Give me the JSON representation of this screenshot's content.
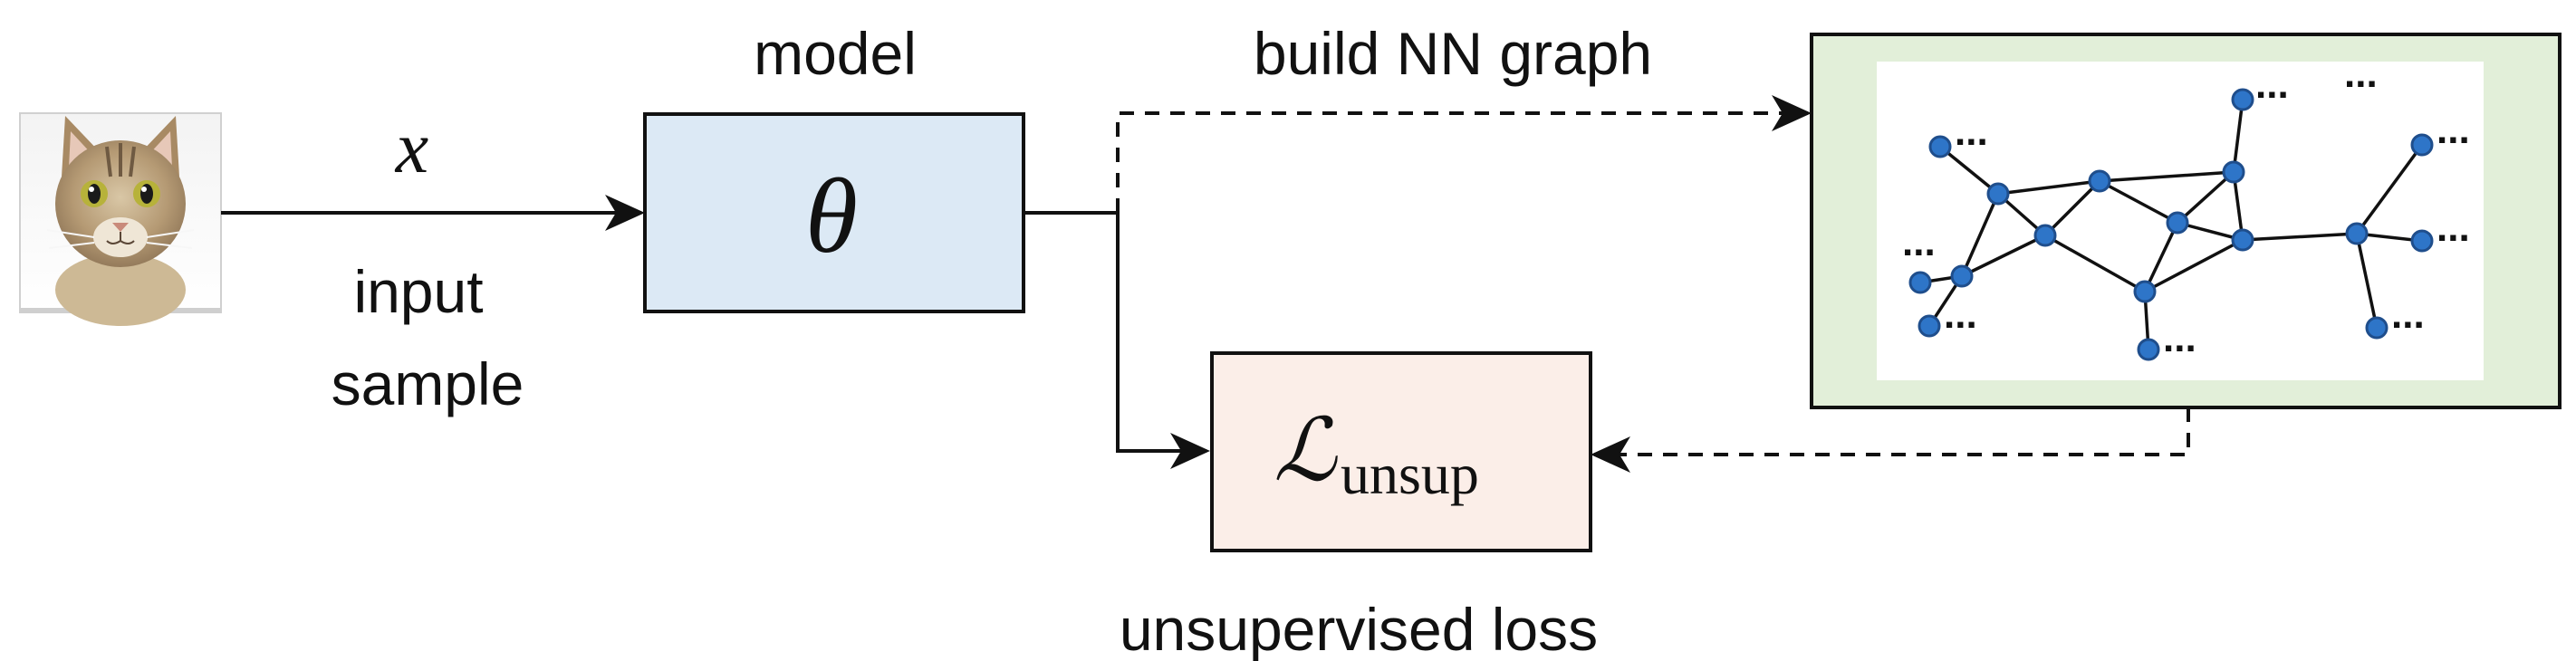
{
  "labels": {
    "input_var": "x",
    "input_line1": "input",
    "input_line2": "sample",
    "model_title": "model",
    "model_param": "θ",
    "graph_title": "build NN graph",
    "loss_symbol": "ℒ",
    "loss_subscript": "unsup",
    "loss_caption": "unsupervised loss",
    "ellipsis": "..."
  },
  "colors": {
    "model_fill": "#dce9f5",
    "loss_fill": "#fbeee8",
    "graph_outer_fill": "#e2efd9",
    "graph_inner_fill": "#ffffff",
    "node_fill": "#2e75c8",
    "node_stroke": "#1f4e8c",
    "line": "#111111"
  },
  "icons": {
    "input_image": "cat-photo"
  }
}
